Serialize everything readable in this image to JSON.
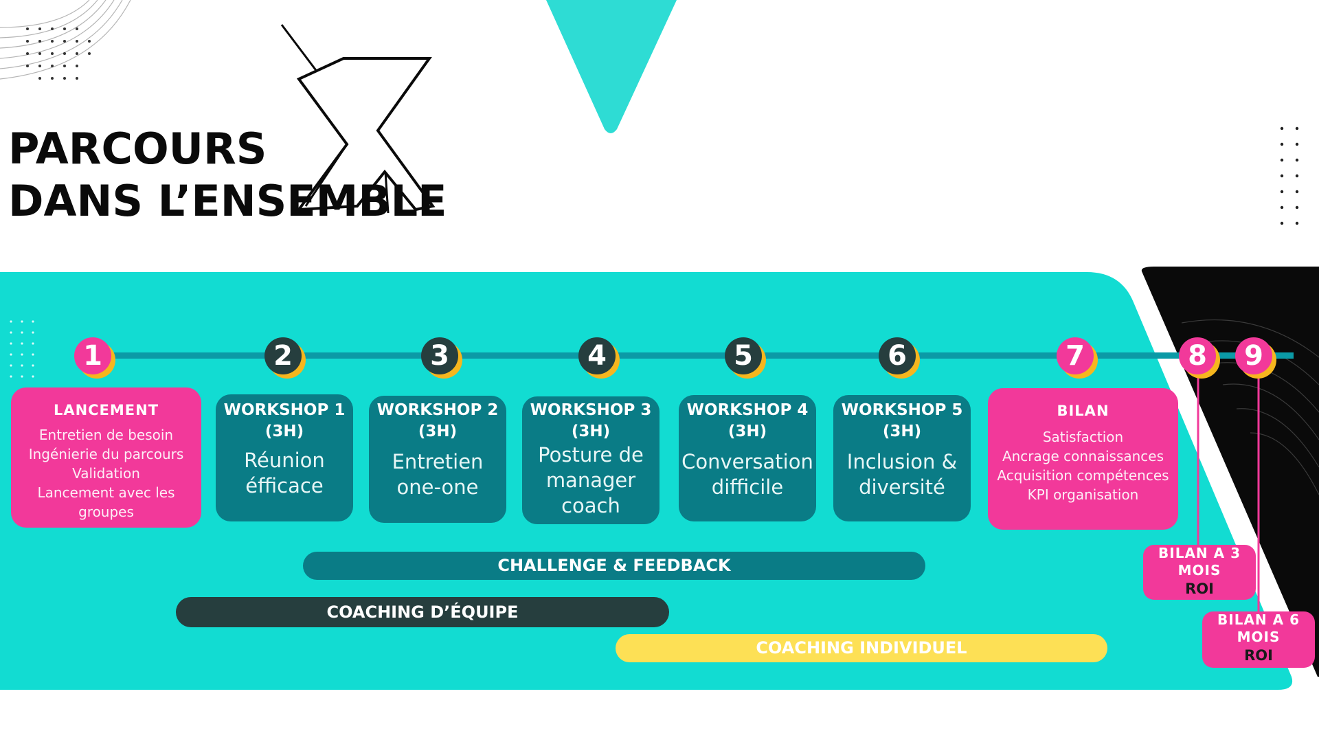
{
  "title": {
    "line1": "PARCOURS",
    "line2": "DANS L’ENSEMBLE",
    "logo_letter": "X"
  },
  "colors": {
    "panel": "#12dcd2",
    "pink": "#f2399a",
    "teal_dark": "#0a7c86",
    "slate": "#263e3e",
    "yellow": "#fde055",
    "accent_orange": "#f6b61e",
    "timeline": "#0b9aa6"
  },
  "steps": [
    {
      "number": "1",
      "color": "pink"
    },
    {
      "number": "2",
      "color": "slate"
    },
    {
      "number": "3",
      "color": "slate"
    },
    {
      "number": "4",
      "color": "slate"
    },
    {
      "number": "5",
      "color": "slate"
    },
    {
      "number": "6",
      "color": "slate"
    },
    {
      "number": "7",
      "color": "pink"
    },
    {
      "number": "8",
      "color": "pink"
    },
    {
      "number": "9",
      "color": "pink"
    }
  ],
  "cards": {
    "lancement": {
      "title": "LANCEMENT",
      "lines": [
        "Entretien de besoin",
        "Ingénierie du parcours",
        "Validation",
        "Lancement avec les",
        "groupes"
      ]
    },
    "workshops": [
      {
        "title1": "WORKSHOP 1",
        "title2": "(3H)",
        "body1": "Réunion",
        "body2": "éfficace",
        "body3": ""
      },
      {
        "title1": "WORKSHOP 2",
        "title2": "(3H)",
        "body1": "Entretien",
        "body2": "one-one",
        "body3": ""
      },
      {
        "title1": "WORKSHOP 3",
        "title2": "(3H)",
        "body1": "Posture de",
        "body2": "manager",
        "body3": "coach"
      },
      {
        "title1": "WORKSHOP 4",
        "title2": "(3H)",
        "body1": "Conversation",
        "body2": "difficile",
        "body3": ""
      },
      {
        "title1": "WORKSHOP 5",
        "title2": "(3H)",
        "body1": "Inclusion &",
        "body2": "diversité",
        "body3": ""
      }
    ],
    "bilan": {
      "title": "BILAN",
      "lines": [
        "Satisfaction",
        "Ancrage connaissances",
        "Acquisition compétences",
        "KPI organisation"
      ]
    },
    "bilan3": {
      "line1": "BILAN A 3",
      "line2": "MOIS",
      "roi": "ROI"
    },
    "bilan6": {
      "line1": "BILAN A 6",
      "line2": "MOIS",
      "roi": "ROI"
    }
  },
  "bars": {
    "challenge": "CHALLENGE & FEEDBACK",
    "coaching_equipe": "COACHING D’ÉQUIPE",
    "coaching_individuel": "COACHING INDIVIDUEL"
  }
}
